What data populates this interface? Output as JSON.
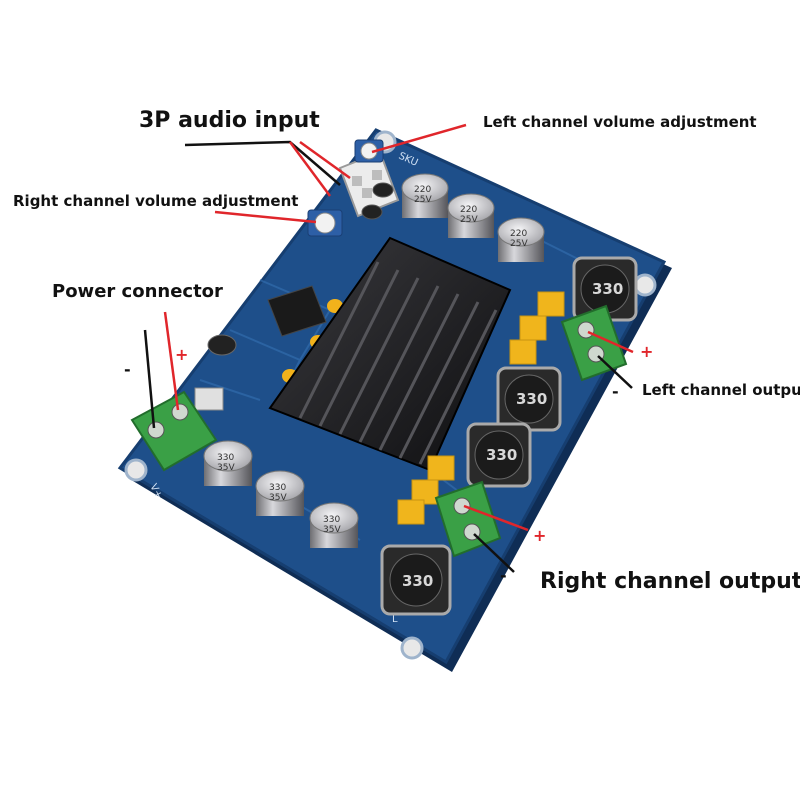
{
  "labels": {
    "audio_input": "3P audio input",
    "left_volume": "Left channel volume adjustment",
    "right_volume": "Right channel volume adjustment",
    "power_connector": "Power connector",
    "left_output": "Left channel output",
    "right_output": "Right channel output"
  },
  "polarity": {
    "power_minus": "-",
    "power_plus": "+",
    "left_plus": "+",
    "left_minus": "-",
    "right_plus": "+",
    "right_minus": "-"
  },
  "board": {
    "silkscreen": "SKU",
    "corner_mark_a": "V+",
    "corner_mark_b": "L",
    "inductor_value": "330",
    "cap_value_top": "220",
    "cap_rating_top": "25V",
    "cap_value_bottom": "330",
    "cap_rating_bottom": "35V"
  },
  "colors": {
    "pcb": "#1e4f8a",
    "pcb_edge": "#163e70",
    "heatsink": "#1c1c1e",
    "terminal": "#3aa046",
    "capacitor_yellow": "#f2b21b",
    "leader_red": "#e0262b",
    "leader_black": "#111111"
  }
}
